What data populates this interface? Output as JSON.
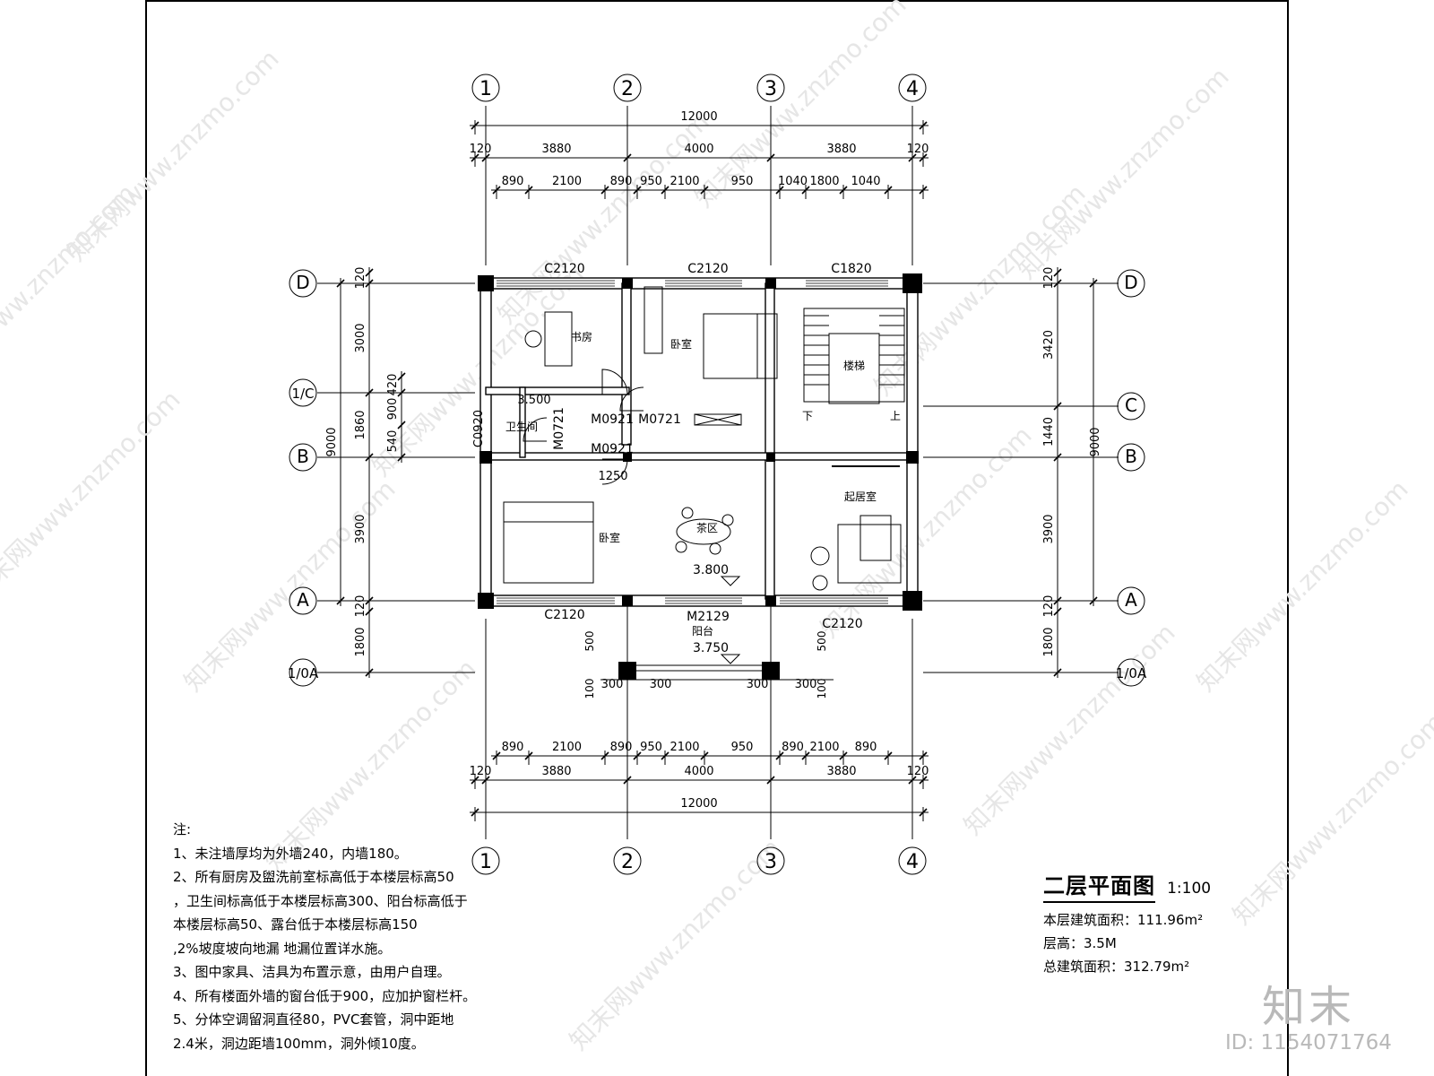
{
  "grid_cols": [
    "1",
    "2",
    "3",
    "4"
  ],
  "grid_rows": [
    "D",
    "1/C",
    "C",
    "B",
    "A",
    "1/0A"
  ],
  "dims_top": {
    "overall": "12000",
    "bays": [
      "3880",
      "4000",
      "3880"
    ],
    "edge": "120",
    "openings": [
      "890",
      "2100",
      "890",
      "950",
      "2100",
      "950",
      "1040",
      "1800",
      "1040"
    ]
  },
  "dims_bottom": {
    "overall": "12000",
    "bays": [
      "3880",
      "4000",
      "3880"
    ],
    "edge": "120",
    "openings": [
      "890",
      "2100",
      "890",
      "950",
      "2100",
      "950",
      "890",
      "2100",
      "890"
    ]
  },
  "dims_left": [
    "120",
    "3000",
    "420",
    "1860",
    "900",
    "540",
    "9000",
    "3900",
    "120",
    "1800"
  ],
  "dims_right": [
    "120",
    "3420",
    "1440",
    "9000",
    "3900",
    "120",
    "1800"
  ],
  "balcony_dims": [
    "500",
    "100",
    "300",
    "300",
    "300",
    "300",
    "500",
    "100"
  ],
  "windows": [
    "C2120",
    "C2120",
    "C1820",
    "C2120",
    "C2120",
    "C0920"
  ],
  "doors": [
    "M0921",
    "M0721",
    "M0721",
    "M0921",
    "M2129"
  ],
  "rooms": {
    "study": "书房",
    "bedroom_top": "卧室",
    "stair": "楼梯",
    "bath": "卫生间",
    "bedroom_left": "卧室",
    "tea": "茶区",
    "living": "起居室",
    "balcony": "阳台",
    "down": "下",
    "up": "上"
  },
  "elevations": [
    "3.500",
    "3.800",
    "3.750"
  ],
  "misc_labels": [
    "1250",
    "3.500 (走廊)"
  ],
  "notes": [
    "注:",
    "1、未注墙厚均为外墙240，内墙180。",
    "2、所有厨房及盥洗前室标高低于本楼层标高50",
    "，卫生间标高低于本楼层标高300、阳台标高低于",
    "本楼层标高50、露台低于本楼层标高150",
    " ,2%坡度坡向地漏 地漏位置详水施。",
    "3、图中家具、洁具为布置示意，由用户自理。",
    "4、所有楼面外墙的窗台低于900，应加护窗栏杆。",
    "5、分体空调留洞直径80，PVC套管，洞中距地",
    "2.4米，洞边距墙100mm，洞外倾10度。"
  ],
  "title": {
    "name": "二层平面图",
    "scale": "1:100",
    "area_floor": "本层建筑面积：111.96m²",
    "height": "层高：3.5M",
    "area_total": "总建筑面积：312.79m²"
  },
  "watermark": {
    "logo": "知末",
    "id": "ID: 1154071764",
    "diag": "知末网www.znzmo.com"
  }
}
